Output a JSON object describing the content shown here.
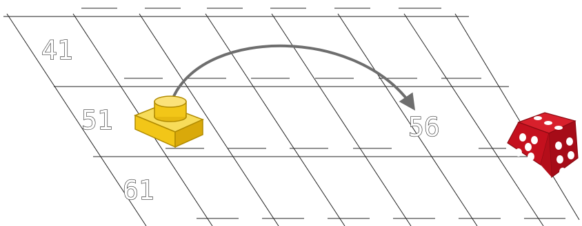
{
  "board": {
    "labels": [
      {
        "id": "label-41",
        "text": "41"
      },
      {
        "id": "label-51",
        "text": "51"
      },
      {
        "id": "label-61",
        "text": "61"
      },
      {
        "id": "label-56",
        "text": "56"
      }
    ]
  },
  "colors": {
    "grid_line": "#222222",
    "arrow": "#6e6e6e",
    "game_piece": "#f2c618",
    "die_body": "#c4101e",
    "die_pips": "#ffffff"
  },
  "icons": {
    "game_piece": "yellow-game-piece-icon",
    "die": "red-die-icon",
    "move_arrow": "curved-arrow-icon"
  }
}
